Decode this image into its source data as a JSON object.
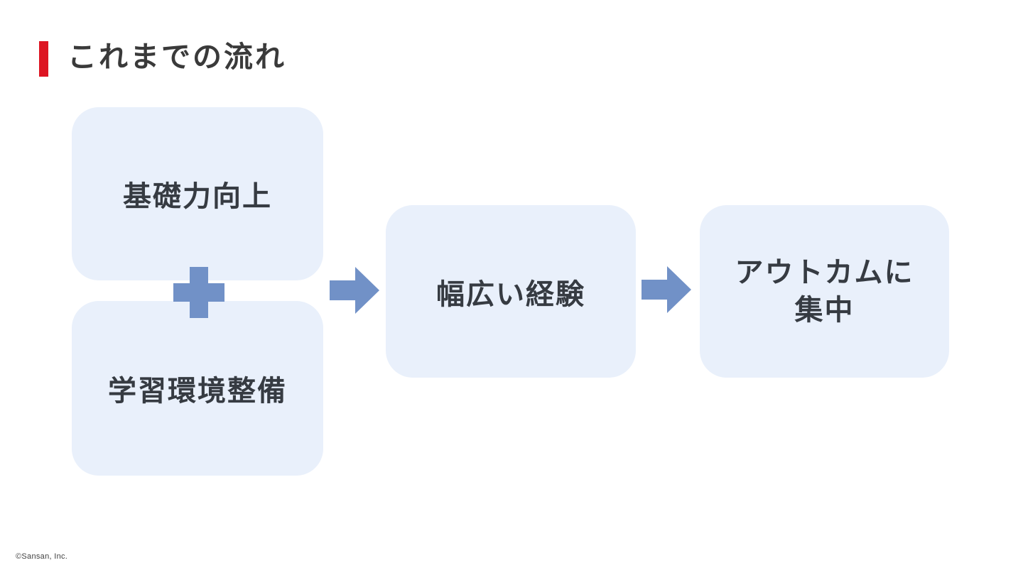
{
  "slide": {
    "title": "これまでの流れ",
    "copyright": "©Sansan, Inc."
  },
  "diagram": {
    "input_boxes": [
      {
        "label": "基礎力向上"
      },
      {
        "label": "学習環境整備"
      }
    ],
    "result_box": {
      "label": "幅広い経験"
    },
    "outcome_box": {
      "line1": "アウトカムに",
      "line2": "集中"
    },
    "icons": {
      "plus": "plus-icon",
      "arrow": "arrow-right-icon"
    }
  },
  "colors": {
    "accent_red": "#DD1522",
    "box_fill": "#E9F0FB",
    "connector_blue": "#7191C7",
    "title_text": "#3A3A3A",
    "box_text": "#363B42",
    "background": "#FFFFFF"
  }
}
